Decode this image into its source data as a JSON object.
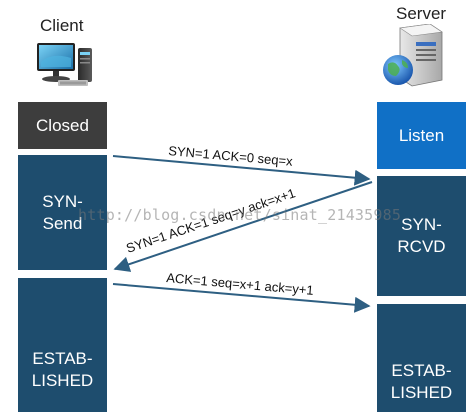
{
  "client": {
    "title": "Client",
    "states": {
      "closed": "Closed",
      "syn_send": "SYN-\nSend",
      "established": "ESTAB-\nLISHED"
    }
  },
  "server": {
    "title": "Server",
    "states": {
      "listen": "Listen",
      "syn_rcvd": "SYN-\nRCVD",
      "established": "ESTAB-\nLISHED"
    }
  },
  "messages": {
    "syn": "SYN=1  ACK=0  seq=x",
    "syn_ack": "SYN=1  ACK=1  seq=y  ack=x+1",
    "ack": "ACK=1  seq=x+1  ack=y+1"
  },
  "watermark": "http://blog.csdn.net/sinat_21435985",
  "colors": {
    "closed": "#3d3d3d",
    "listen": "#1070c6",
    "state_box": "#1e4d6e",
    "arrow": "#2e5f82"
  }
}
